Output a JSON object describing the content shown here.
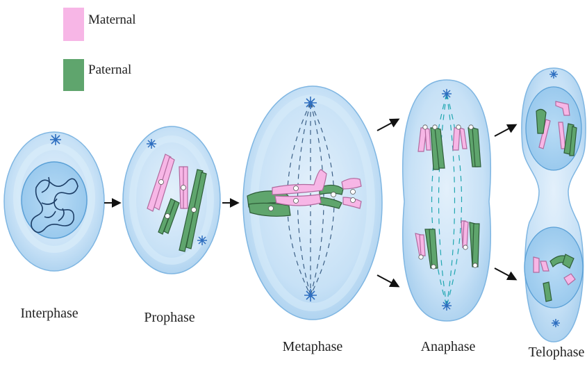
{
  "legend": {
    "items": [
      {
        "label": "Maternal",
        "color": "#f7b6e6"
      },
      {
        "label": "Paternal",
        "color": "#5fa56d"
      }
    ]
  },
  "stages": [
    {
      "label": "Interphase"
    },
    {
      "label": "Prophase"
    },
    {
      "label": "Metaphase"
    },
    {
      "label": "Anaphase"
    },
    {
      "label": "Telophase"
    }
  ],
  "colors": {
    "cell_fill": "#cfe6f8",
    "cell_edge": "#7fb6e2",
    "nucleus_fill": "#a9d2f2",
    "maternal": "#f7b6e6",
    "maternal_edge": "#b06a9e",
    "paternal": "#5fa56d",
    "paternal_edge": "#2e5d38",
    "centrosome": "#2f6fc0",
    "arrow": "#111111"
  }
}
